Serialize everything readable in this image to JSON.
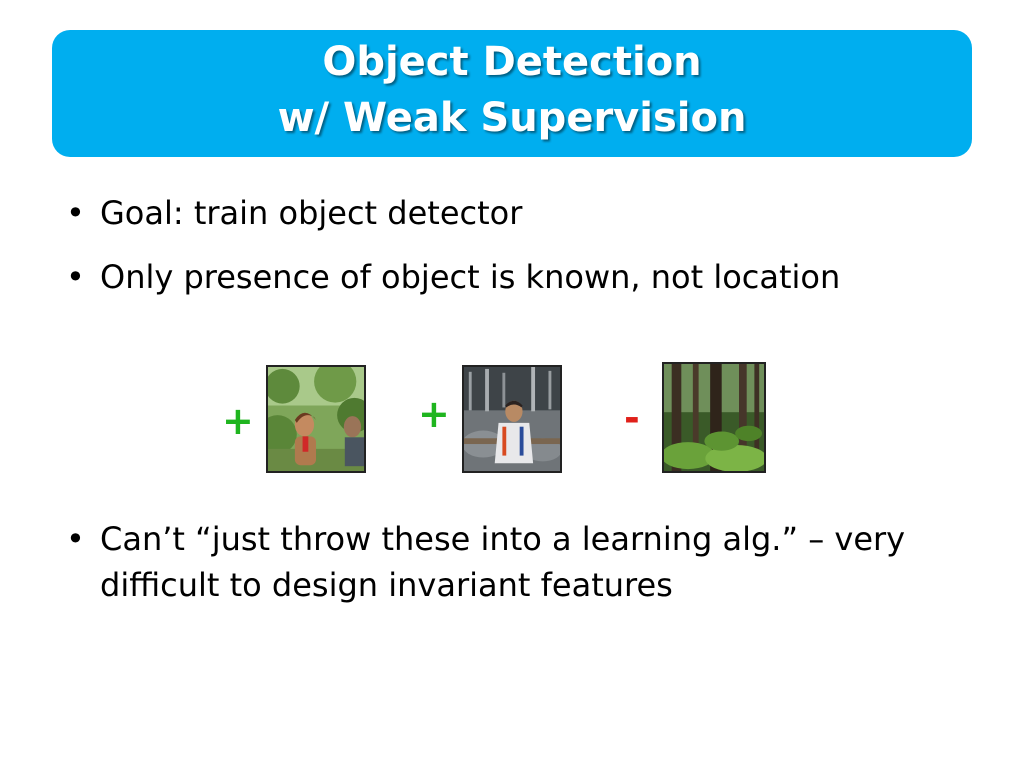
{
  "slide": {
    "title_line1": "Object Detection",
    "title_line2": "w/ Weak Supervision",
    "title_bg": "#00aeef",
    "bullets": [
      "Goal: train object detector",
      "Only presence of object is known, not location"
    ],
    "bullets_after": [
      "Can’t “just throw these into a learning alg.” – very difficult to design invariant features"
    ]
  },
  "examples": [
    {
      "sign": "+",
      "color": "#1fb51f",
      "image": "person-in-forest-photo"
    },
    {
      "sign": "+",
      "color": "#1fb51f",
      "image": "person-by-rocks-photo"
    },
    {
      "sign": "-",
      "color": "#e0201a",
      "image": "forest-only-photo"
    }
  ]
}
